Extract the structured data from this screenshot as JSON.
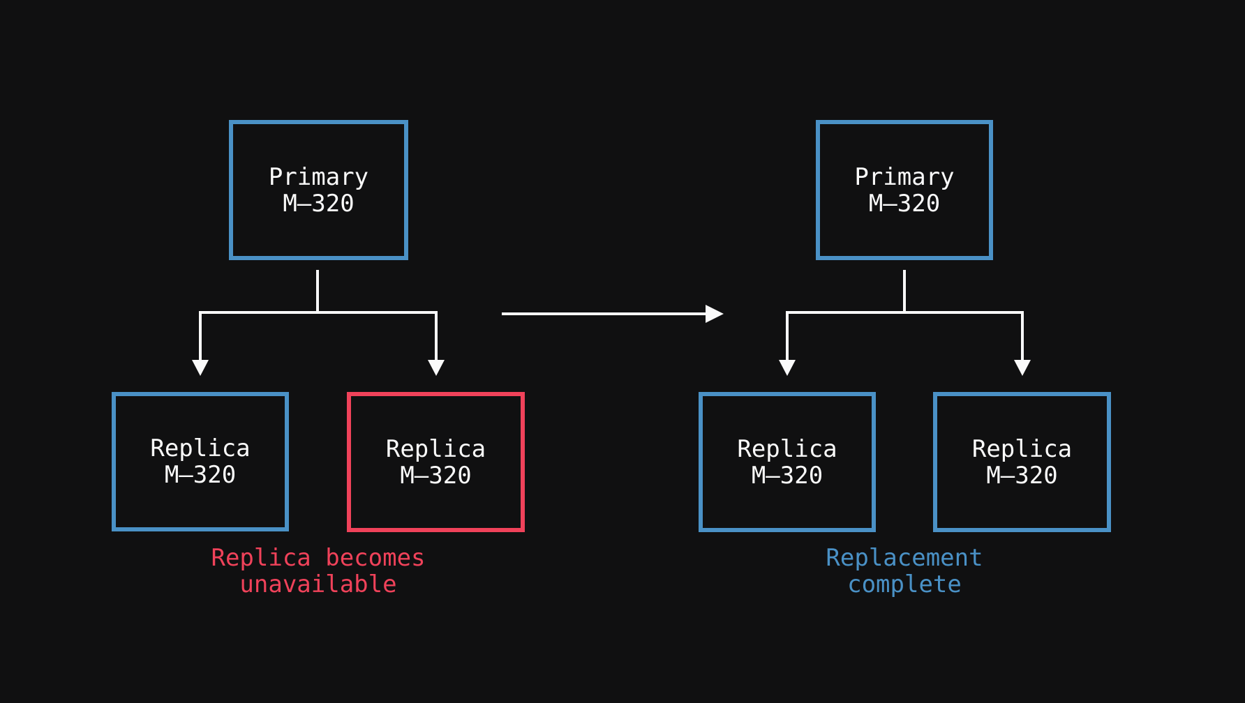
{
  "colors": {
    "background": "#101011",
    "blue": "#4a91c6",
    "red": "#f0425a",
    "line": "#fafafa",
    "text": "#fafafa"
  },
  "panels": {
    "before": {
      "primary": {
        "title": "Primary",
        "model": "M–320"
      },
      "replicas": [
        {
          "title": "Replica",
          "model": "M–320",
          "border": "#4a91c6"
        },
        {
          "title": "Replica",
          "model": "M–320",
          "border": "#f0425a"
        }
      ],
      "caption": {
        "line1": "Replica becomes",
        "line2": "unavailable",
        "color": "#f0425a"
      }
    },
    "after": {
      "primary": {
        "title": "Primary",
        "model": "M–320"
      },
      "replicas": [
        {
          "title": "Replica",
          "model": "M–320",
          "border": "#4a91c6"
        },
        {
          "title": "Replica",
          "model": "M–320",
          "border": "#4a91c6"
        }
      ],
      "caption": {
        "line1": "Replacement",
        "line2": "complete",
        "color": "#4a91c6"
      }
    }
  }
}
